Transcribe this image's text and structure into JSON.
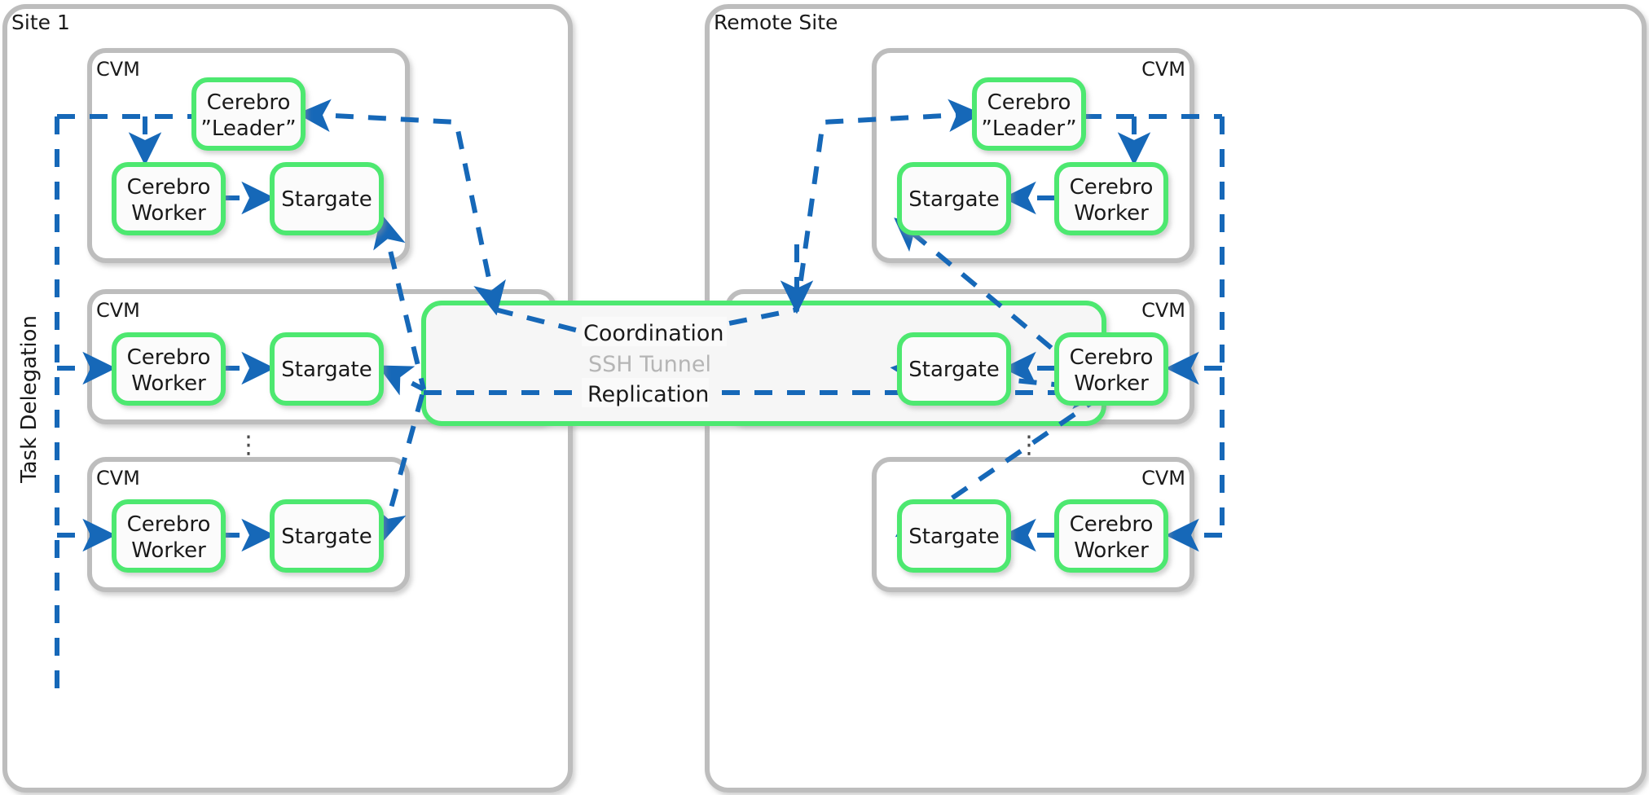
{
  "diagram": {
    "title_left": "Site 1",
    "title_right": "Remote Site",
    "vertical_label": "Task Delegation",
    "ellipsis_glyph": "⋮",
    "colors": {
      "node_border_green": "#4DE870",
      "arrow_blue": "#1668B8",
      "container_gray": "#BDBDBD",
      "tunnel_text_gray": "#B5B5B5",
      "node_fill": "#FBFBFB",
      "background": "#FFFFFF",
      "text": "#1A1A1A"
    }
  },
  "sites": [
    {
      "id": "site-1",
      "name": "Site 1",
      "cvms": [
        {
          "label": "CVM",
          "label_align": "left",
          "nodes": [
            {
              "id": "l1-leader",
              "lines": [
                "Cerebro",
                "”Leader”"
              ]
            },
            {
              "id": "l1-worker",
              "lines": [
                "Cerebro",
                "Worker"
              ]
            },
            {
              "id": "l1-stargate",
              "lines": [
                "Stargate"
              ]
            }
          ]
        },
        {
          "label": "CVM",
          "label_align": "left",
          "nodes": [
            {
              "id": "l2-worker",
              "lines": [
                "Cerebro",
                "Worker"
              ]
            },
            {
              "id": "l2-stargate",
              "lines": [
                "Stargate"
              ]
            }
          ]
        },
        {
          "label": "CVM",
          "label_align": "left",
          "nodes": [
            {
              "id": "l3-worker",
              "lines": [
                "Cerebro",
                "Worker"
              ]
            },
            {
              "id": "l3-stargate",
              "lines": [
                "Stargate"
              ]
            }
          ]
        }
      ]
    },
    {
      "id": "remote-site",
      "name": "Remote Site",
      "cvms": [
        {
          "label": "CVM",
          "label_align": "right",
          "nodes": [
            {
              "id": "r1-leader",
              "lines": [
                "Cerebro",
                "”Leader”"
              ]
            },
            {
              "id": "r1-stargate",
              "lines": [
                "Stargate"
              ]
            },
            {
              "id": "r1-worker",
              "lines": [
                "Cerebro",
                "Worker"
              ]
            }
          ]
        },
        {
          "label": "CVM",
          "label_align": "right",
          "nodes": [
            {
              "id": "r2-stargate",
              "lines": [
                "Stargate"
              ]
            },
            {
              "id": "r2-worker",
              "lines": [
                "Cerebro",
                "Worker"
              ]
            }
          ]
        },
        {
          "label": "CVM",
          "label_align": "right",
          "nodes": [
            {
              "id": "r3-stargate",
              "lines": [
                "Stargate"
              ]
            },
            {
              "id": "r3-worker",
              "lines": [
                "Cerebro",
                "Worker"
              ]
            }
          ]
        }
      ]
    }
  ],
  "tunnel": {
    "coordination_label": "Coordination",
    "ssh_label": "SSH Tunnel",
    "replication_label": "Replication"
  },
  "node_text": {
    "cerebro": "Cerebro",
    "leader": "”Leader”",
    "worker": "Worker",
    "stargate": "Stargate",
    "cvm": "CVM"
  }
}
